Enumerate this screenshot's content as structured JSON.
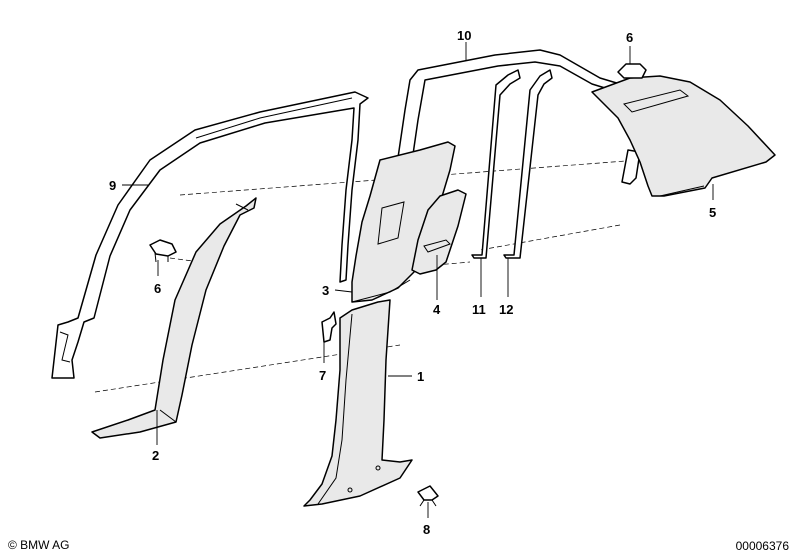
{
  "footer": {
    "copyright": "© BMW AG",
    "catalog_number": "00006376"
  },
  "callouts": {
    "c1": "1",
    "c2": "2",
    "c3": "3",
    "c4": "4",
    "c5": "5",
    "c6a": "6",
    "c6b": "6",
    "c7": "7",
    "c8": "8",
    "c9": "9",
    "c10": "10",
    "c11": "11",
    "c12": "12"
  }
}
